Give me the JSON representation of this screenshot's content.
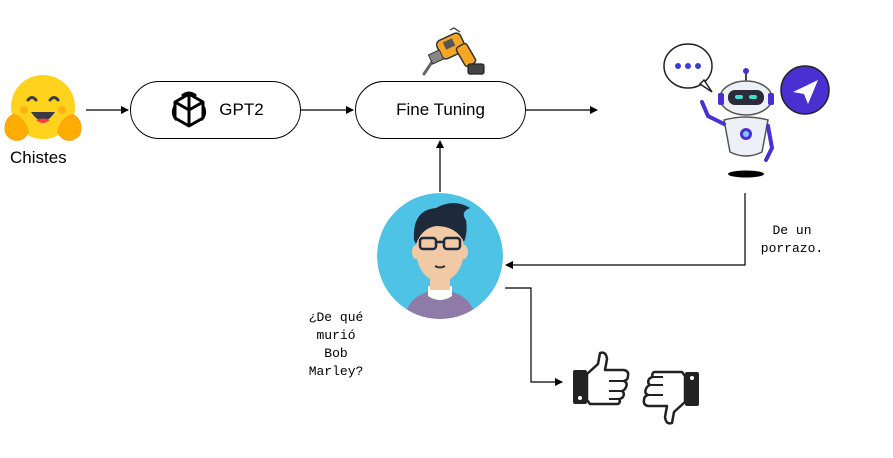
{
  "source": {
    "label": "Chistes",
    "icon": "hugging-face-emoji-icon"
  },
  "model": {
    "label": "GPT2",
    "icon": "openai-logo-icon"
  },
  "process": {
    "label": "Fine Tuning",
    "icon": "drill-icon"
  },
  "chatbot": {
    "icon": "robot-chatbot-icon",
    "bubble_icons": [
      "chat-bubble-icon",
      "send-icon"
    ]
  },
  "bot_reply": {
    "line1": "De un",
    "line2": "porrazo."
  },
  "user": {
    "icon": "user-avatar-icon"
  },
  "user_question": {
    "line1": "¿De qué",
    "line2": "murió",
    "line3": "Bob",
    "line4": "Marley?"
  },
  "feedback": {
    "icons": [
      "thumbs-up-icon",
      "thumbs-down-icon"
    ]
  }
}
